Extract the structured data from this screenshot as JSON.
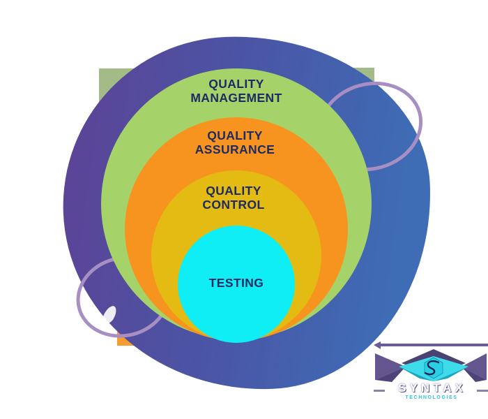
{
  "diagram": {
    "levels": [
      {
        "id": "quality-management",
        "line1": "QUALITY",
        "line2": "MANAGEMENT",
        "color": "#a6d369"
      },
      {
        "id": "quality-assurance",
        "line1": "QUALITY",
        "line2": "ASSURANCE",
        "color": "#f6941f"
      },
      {
        "id": "quality-control",
        "line1": "QUALITY",
        "line2": "CONTROL",
        "color": "#e3bb12"
      },
      {
        "id": "testing",
        "line1": "TESTING",
        "line2": "",
        "color": "#10eef5"
      }
    ],
    "label_color": "#1e2a63",
    "blob_gradient": {
      "left": "#5a4598",
      "right": "#3e6db6"
    },
    "decor": {
      "ring_color": "#a78fc4",
      "square_green": "rgba(140,170,105,0.8)",
      "square_orange": "rgba(246,148,29,0.92)",
      "square_yellow": "rgba(233,195,26,0.95)"
    }
  },
  "logo": {
    "brand": "SYNTAX",
    "tagline": "TECHNOLOGIES",
    "colors": {
      "wing": "#63558e",
      "cap": "#4b4374",
      "band": "#3edceb",
      "hexagon": "#2bcfe4",
      "brand_text": "#ffffff",
      "tagline_text": "#2fc4dd",
      "bar": "#6b5c99"
    }
  }
}
